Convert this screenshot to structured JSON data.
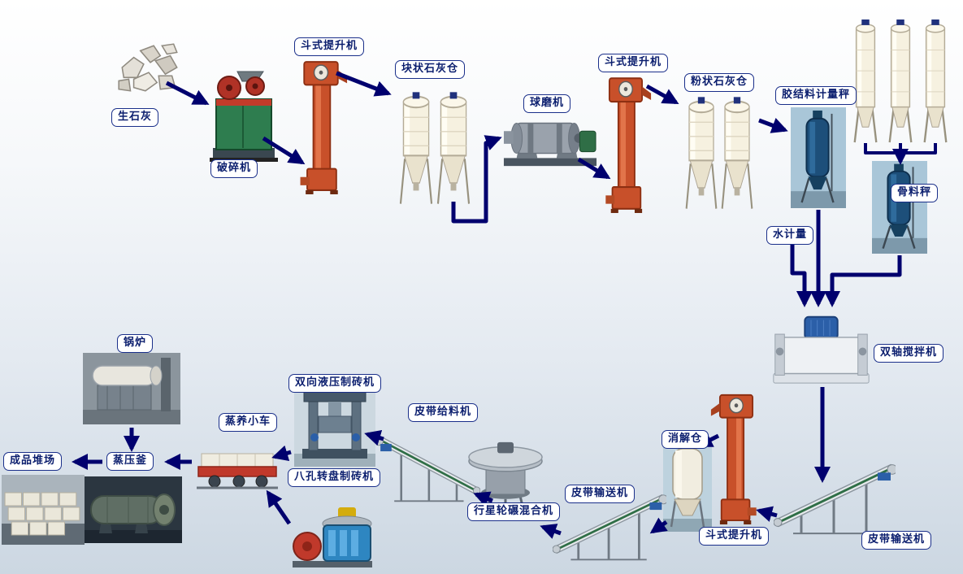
{
  "labels": {
    "quicklime": "生石灰",
    "crusher": "破碎机",
    "bucket_elevator_1": "斗式提升机",
    "lump_lime_silo": "块状石灰仓",
    "ball_mill": "球磨机",
    "bucket_elevator_2": "斗式提升机",
    "powder_lime_silo": "粉状石灰仓",
    "binder_scale": "胶结料计量秤",
    "aggregate_scale": "骨料秤",
    "water_meter": "水计量",
    "twin_shaft_mixer": "双轴搅拌机",
    "belt_conveyor_right": "皮带输送机",
    "bucket_elevator_3": "斗式提升机",
    "digestion_silo": "消解仓",
    "belt_conveyor_mid": "皮带输送机",
    "planetary_mixer": "行星轮碾混合机",
    "belt_feeder": "皮带给料机",
    "hydraulic_brick_machine": "双向液压制砖机",
    "rotary_brick_machine": "八孔转盘制砖机",
    "steam_trolley": "蒸养小车",
    "autoclave": "蒸压釜",
    "boiler": "锅炉",
    "product_yard": "成品堆场"
  },
  "colors": {
    "arrow": "#00006e",
    "label_border": "#1a2f8a",
    "label_text": "#0b1e6e",
    "elevator_orange": "#c8502a",
    "crusher_green": "#2e7d4f",
    "silo_cream": "#f6f1e0",
    "tank_blue": "#1d4f7a",
    "motor_blue": "#2b5fa8",
    "flywheel_red": "#b03226",
    "background_top": "#ffffff",
    "background_bottom": "#ccd7e2"
  }
}
